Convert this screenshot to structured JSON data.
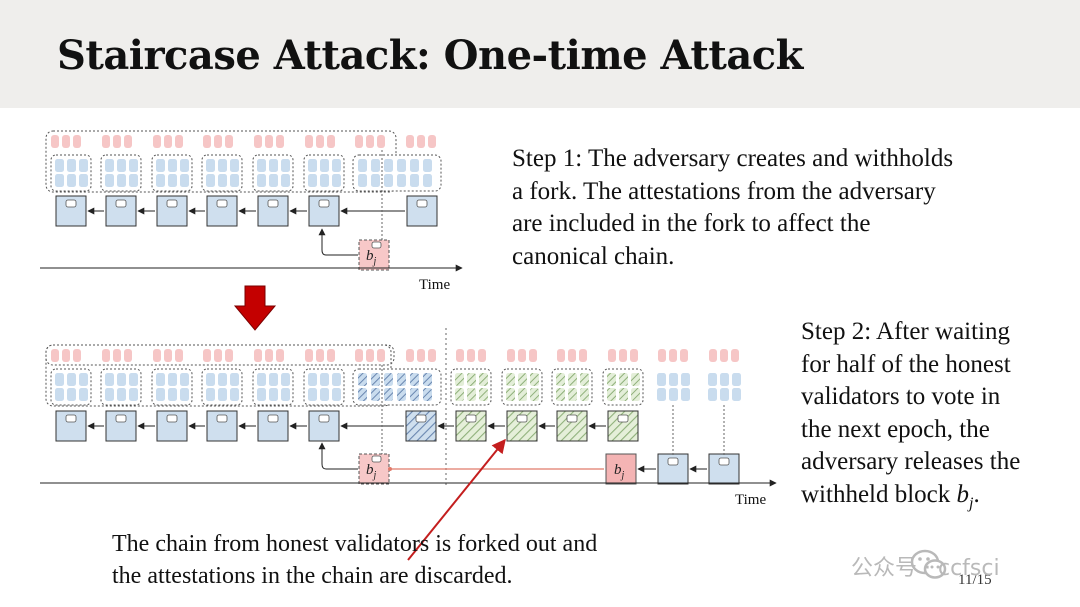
{
  "title": "Staircase Attack: One-time Attack",
  "step1": "Step 1: The adversary creates and withholds\na fork. The attestations from the adversary\nare included in the fork to affect the\ncanonical chain.",
  "step2": "Step 2: After waiting\nfor half of the honest\nvalidators to vote in\nthe next epoch, the\nadversary releases the\nwithheld block bj.",
  "caption": "The chain from honest validators is forked out and\nthe attestations in the chain are discarded.",
  "page_number": "11/15",
  "watermark": "公众号 · ccfsci",
  "diagram_top": {
    "time_label": "Time",
    "withheld_block_label": "bj",
    "honest_block_count": 7,
    "adversary_vote_group_count": 8
  },
  "diagram_bottom": {
    "time_label": "Time",
    "withheld_block_label": "bj",
    "released_block_label": "bj",
    "blue_block_count": 6,
    "blue_hatched_block_count": 1,
    "green_hatched_block_count": 4,
    "new_honest_block_count": 2
  },
  "colors": {
    "honest_block": "#cfdfee",
    "adversary_block": "#f7c8c8",
    "adversary_vote": "#f6c6c6",
    "honest_vote": "#c9dcee",
    "hatched_blue": "#6a87b0",
    "hatched_green": "#8fb07a",
    "release_line": "#e07b6b",
    "down_arrow": "#c40000",
    "pointer_arrow": "#c41e1e"
  },
  "icons": [
    "down-arrow-icon",
    "wechat-icon"
  ]
}
